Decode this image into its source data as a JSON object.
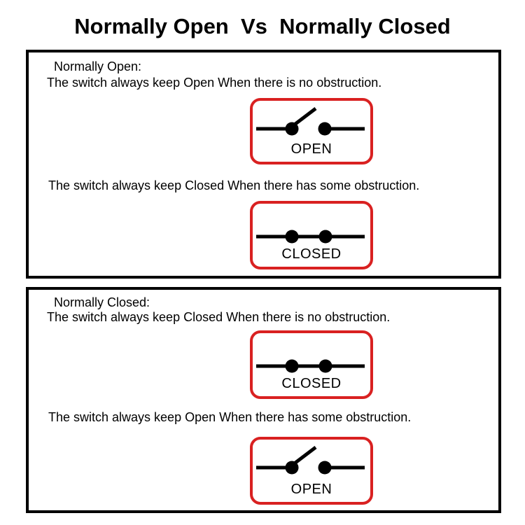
{
  "title": "Normally Open  Vs  Normally Closed",
  "colors": {
    "accent_red": "#d92121",
    "ink": "#000000",
    "background": "#ffffff"
  },
  "sections": [
    {
      "heading": "Normally Open:",
      "line1": "The switch always keep Open When there is no obstruction.",
      "figure1": {
        "state": "open",
        "label": "OPEN"
      },
      "line2": "The switch always keep Closed When there has some obstruction.",
      "figure2": {
        "state": "closed",
        "label": "CLOSED"
      }
    },
    {
      "heading": "Normally Closed:",
      "line1": "The switch always keep Closed When there is no obstruction.",
      "figure1": {
        "state": "closed",
        "label": "CLOSED"
      },
      "line2": "The switch always keep Open When there has some obstruction.",
      "figure2": {
        "state": "open",
        "label": "OPEN"
      }
    }
  ]
}
